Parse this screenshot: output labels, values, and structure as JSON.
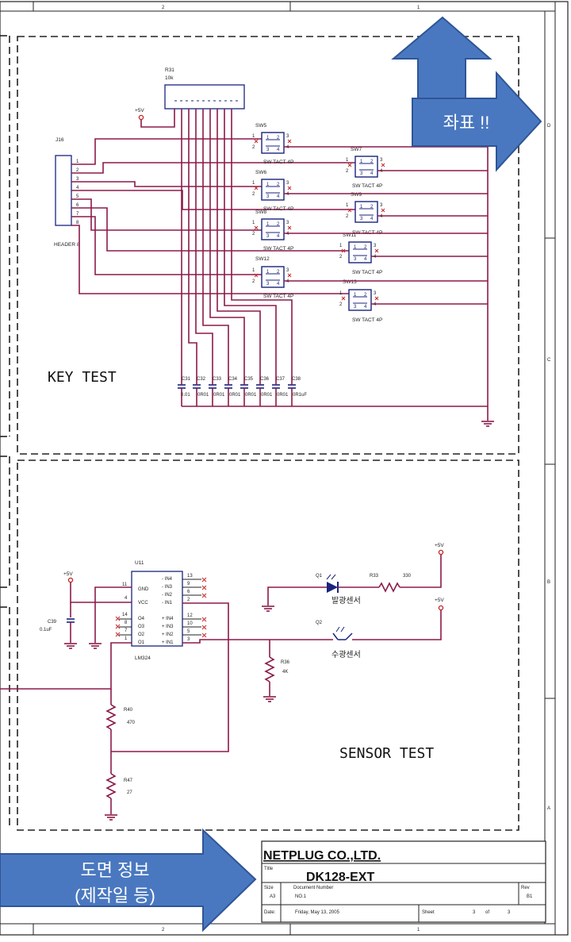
{
  "annotations": {
    "coordinates": "좌표 !!",
    "drawing_info_line1": "도면 정보",
    "drawing_info_line2": "(제작일 등)"
  },
  "colors": {
    "arrow_fill": "#4a78c0",
    "arrow_stroke": "#2f5597",
    "wire": "#8b1a4a",
    "component": "#1a237e"
  },
  "key_test": {
    "section_title": "KEY TEST",
    "resistor_array": {
      "ref": "R31",
      "value": "10k"
    },
    "supply": "+5V",
    "header": {
      "ref": "J16",
      "name": "HEADER 8",
      "pins": [
        "1",
        "2",
        "3",
        "4",
        "5",
        "6",
        "7",
        "8"
      ]
    },
    "switches": [
      {
        "ref": "SW5",
        "type": "SW TACT 4P"
      },
      {
        "ref": "SW7",
        "type": "SW TACT 4P"
      },
      {
        "ref": "SW6",
        "type": "SW TACT 4P"
      },
      {
        "ref": "SW9",
        "type": "SW TACT 4P"
      },
      {
        "ref": "SW8",
        "type": "SW TACT 4P"
      },
      {
        "ref": "SW11",
        "type": "SW TACT 4P"
      },
      {
        "ref": "SW12",
        "type": "SW TACT 4P"
      },
      {
        "ref": "SW13",
        "type": "SW TACT 4P"
      }
    ],
    "capacitors": [
      "C31",
      "C32",
      "C33",
      "C34",
      "C35",
      "C36",
      "C37",
      "C38"
    ],
    "cap_values": [
      "0.01",
      "0R01",
      "0R01",
      "0R01",
      "0R01",
      "0R01",
      "0R01",
      "0R1uF"
    ]
  },
  "sensor_test": {
    "section_title": "SENSOR TEST",
    "opamp": {
      "ref": "U11",
      "name": "LM324",
      "left_pins": [
        {
          "num": "11",
          "label": "GND"
        },
        {
          "num": "4",
          "label": "VCC"
        },
        {
          "num": "14",
          "label": "O4"
        },
        {
          "num": "8",
          "label": "O3"
        },
        {
          "num": "7",
          "label": "O2"
        },
        {
          "num": "1",
          "label": "O1"
        }
      ],
      "right_pins": [
        {
          "num": "13",
          "label": "- IN4"
        },
        {
          "num": "9",
          "label": "- IN3"
        },
        {
          "num": "6",
          "label": "- IN2"
        },
        {
          "num": "2",
          "label": "- IN1"
        },
        {
          "num": "12",
          "label": "+ IN4"
        },
        {
          "num": "10",
          "label": "+ IN3"
        },
        {
          "num": "5",
          "label": "+ IN2"
        },
        {
          "num": "3",
          "label": "+ IN1"
        }
      ]
    },
    "supply_u11": "+5V",
    "cap": {
      "ref": "C39",
      "value": "0.1uF"
    },
    "q1": {
      "ref": "Q1",
      "label": "발광센서"
    },
    "r33": {
      "ref": "R33",
      "value": "330"
    },
    "supply_q1": "+5V",
    "q2": {
      "ref": "Q2",
      "label": "수광센서"
    },
    "supply_q2": "+5V",
    "r36": {
      "ref": "R36",
      "value": "4K"
    },
    "r40": {
      "ref": "R40",
      "value": "470"
    },
    "r47": {
      "ref": "R47",
      "value": "27"
    }
  },
  "title_block": {
    "company": "NETPLUG CO.,LTD.",
    "title_label": "Title",
    "title": "DK128-EXT",
    "size_label": "Size",
    "size": "A3",
    "docnum_label": "Document Number",
    "docnum": "NO.1",
    "rev_label": "Rev",
    "rev": "B1",
    "date_label": "Date:",
    "date": "Friday, May 13, 2005",
    "sheet_label": "Sheet",
    "sheet": "3",
    "of_label": "of",
    "sheet_total": "3"
  },
  "frame": {
    "top_labels": [
      "2",
      "1"
    ],
    "bottom_labels": [
      "2",
      "1"
    ],
    "right_labels": [
      "D",
      "C",
      "B",
      "A"
    ]
  }
}
